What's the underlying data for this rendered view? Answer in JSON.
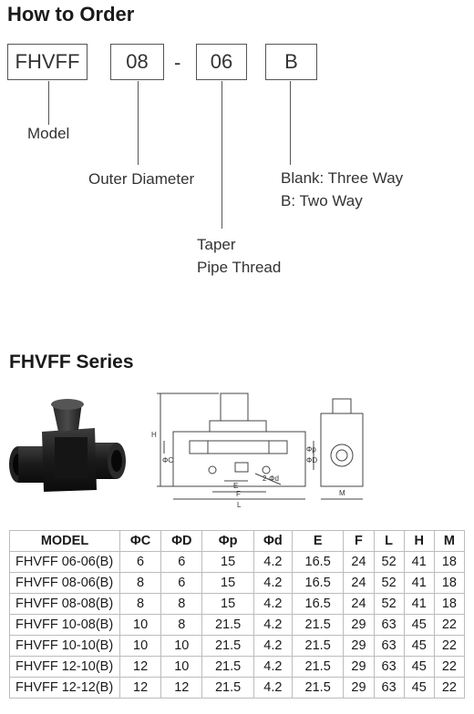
{
  "order": {
    "title": "How to Order",
    "codes": [
      "FHVFF",
      "08",
      "-",
      "06",
      "B"
    ],
    "labels": {
      "model": "Model",
      "outer_diameter": "Outer Diameter",
      "taper_line1": "Taper",
      "taper_line2": "Pipe Thread",
      "way_line1": "Blank: Three Way",
      "way_line2": "B: Two Way"
    }
  },
  "series": {
    "title": "FHVFF Series",
    "drawing_labels": {
      "H": "H",
      "phiC": "ΦC",
      "E": "E",
      "F": "F",
      "L": "L",
      "phiD": "ΦD",
      "phiP": "Φp",
      "two_phid": "2-Φd",
      "M": "M"
    }
  },
  "table": {
    "headers": [
      "MODEL",
      "ΦC",
      "ΦD",
      "Φp",
      "Φd",
      "E",
      "F",
      "L",
      "H",
      "M"
    ],
    "rows": [
      [
        "FHVFF 06-06(B)",
        "6",
        "6",
        "15",
        "4.2",
        "16.5",
        "24",
        "52",
        "41",
        "18"
      ],
      [
        "FHVFF 08-06(B)",
        "8",
        "6",
        "15",
        "4.2",
        "16.5",
        "24",
        "52",
        "41",
        "18"
      ],
      [
        "FHVFF 08-08(B)",
        "8",
        "8",
        "15",
        "4.2",
        "16.5",
        "24",
        "52",
        "41",
        "18"
      ],
      [
        "FHVFF 10-08(B)",
        "10",
        "8",
        "21.5",
        "4.2",
        "21.5",
        "29",
        "63",
        "45",
        "22"
      ],
      [
        "FHVFF 10-10(B)",
        "10",
        "10",
        "21.5",
        "4.2",
        "21.5",
        "29",
        "63",
        "45",
        "22"
      ],
      [
        "FHVFF 12-10(B)",
        "12",
        "10",
        "21.5",
        "4.2",
        "21.5",
        "29",
        "63",
        "45",
        "22"
      ],
      [
        "FHVFF 12-12(B)",
        "12",
        "12",
        "21.5",
        "4.2",
        "21.5",
        "29",
        "63",
        "45",
        "22"
      ]
    ]
  }
}
